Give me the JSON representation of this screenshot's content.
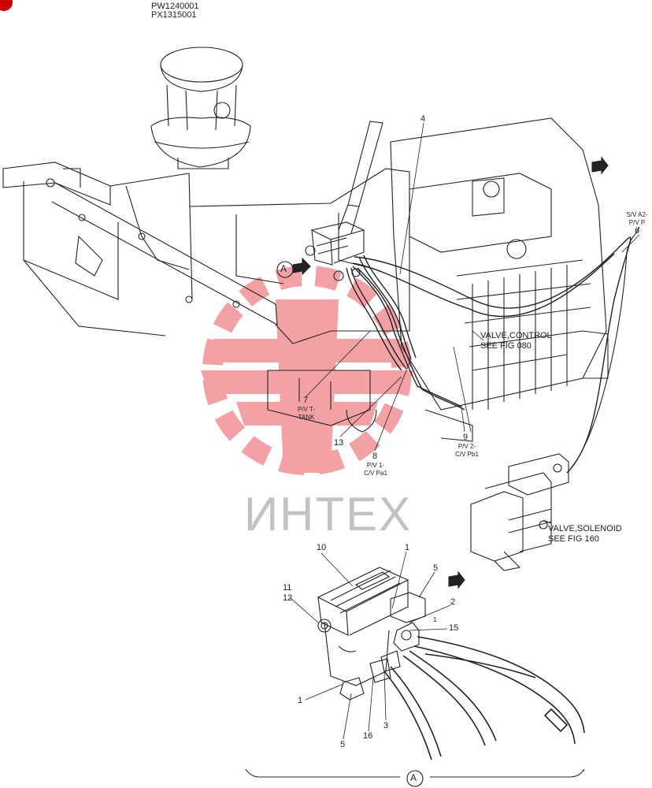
{
  "header": {
    "serial_1": "PW1240001",
    "serial_2": "PX1315001"
  },
  "watermark": {
    "text": "ИНТЕХ",
    "color": "#e5313a"
  },
  "references": {
    "control_valve": [
      "VALVE,CONTROL",
      "SEE FIG 080"
    ],
    "solenoid_valve": [
      "VALVE,SOLENOID",
      "SEE FIG 160"
    ]
  },
  "callouts": {
    "c4": "4",
    "c6": "6",
    "c6_desc": [
      "S/V A2-",
      "P/V P"
    ],
    "c7": "7",
    "c7_desc": [
      "P/V T-",
      "TANK"
    ],
    "c8": "8",
    "c8_desc": [
      "P/V 1-",
      "C/V Pa1"
    ],
    "c9": "9",
    "c9_desc": [
      "P/V 2-",
      "C/V Pb1"
    ],
    "c13": "13",
    "detail_1a": "1",
    "detail_1b": "1",
    "detail_1c": "1",
    "detail_2": "2",
    "detail_3": "3",
    "detail_5a": "5",
    "detail_5b": "5",
    "detail_10": "10",
    "detail_11": "11",
    "detail_12": "12",
    "detail_15": "15",
    "detail_16": "16"
  },
  "view_markers": {
    "main": "A",
    "detail": "A"
  },
  "colors": {
    "line": "#222222",
    "badge": "#cc0000",
    "watermark_text": "#b8b8b8"
  }
}
